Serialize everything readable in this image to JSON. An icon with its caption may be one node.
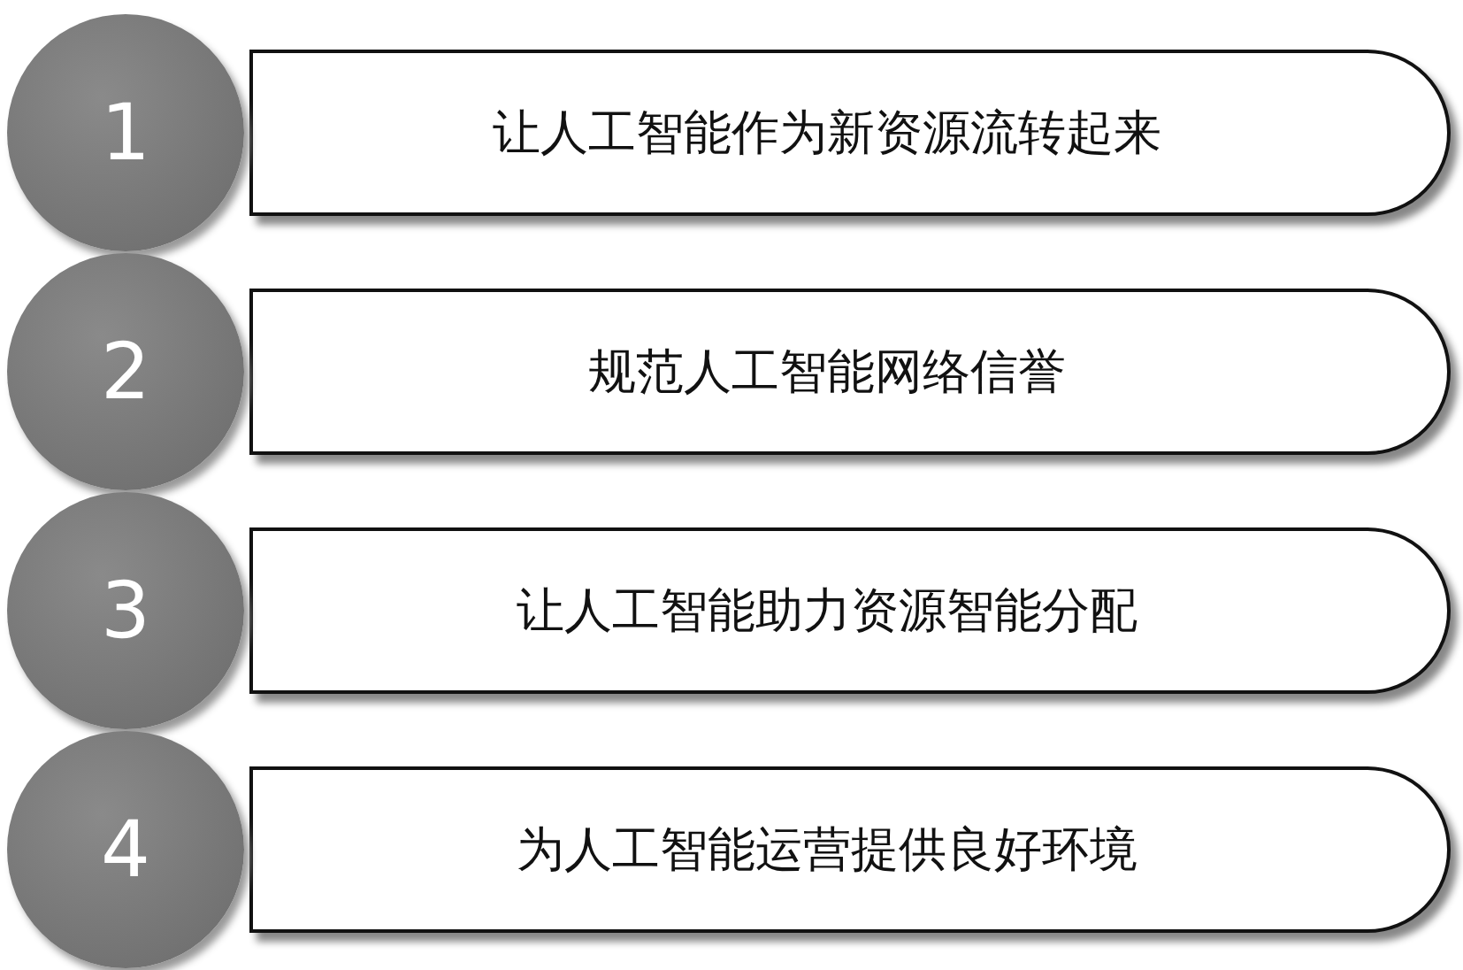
{
  "diagram": {
    "nodes": [
      {
        "text": [
          "1"
        ]
      },
      {
        "text": [
          "让人工智能作为新资源流转起来"
        ]
      },
      {
        "text": [
          "2"
        ]
      },
      {
        "text": [
          "规范人工智能网络信誉"
        ]
      },
      {
        "text": [
          "3"
        ]
      },
      {
        "text": [
          "让人工智能助力资源智能分配"
        ]
      },
      {
        "text": [
          "4"
        ]
      },
      {
        "text": [
          "为人工智能运营提供良好环境"
        ]
      }
    ]
  }
}
